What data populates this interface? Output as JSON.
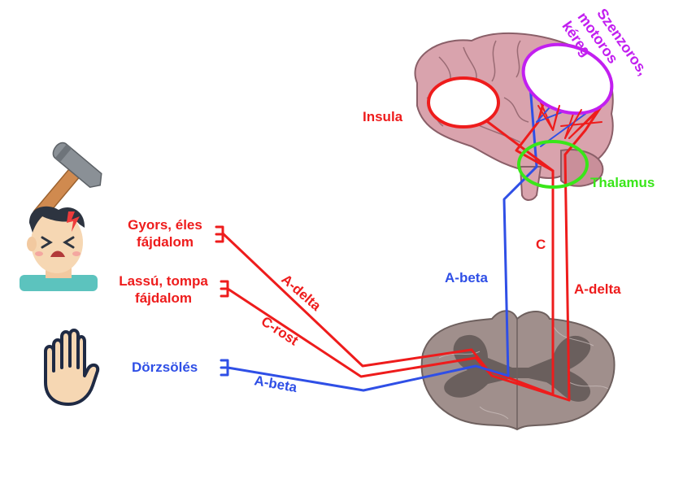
{
  "colors": {
    "red": "#ee1c1c",
    "blue": "#2f4fe6",
    "green": "#39e619",
    "purple": "#c21ff0",
    "brain": "#d9a3ad",
    "brain_outline": "#8a5f68",
    "spinal_outer": "#a08f8c",
    "spinal_inner": "#6a5f5d"
  },
  "icons": {
    "hammer": "hammer-icon",
    "face": "pained-face-icon",
    "hand": "open-hand-icon"
  },
  "labels": {
    "cortex_line1": "Szenzoros,",
    "cortex_line2": "motoros",
    "cortex_line3": "kéreg",
    "insula": "Insula",
    "thalamus": "Thalamus",
    "fast_pain_line1": "Gyors, éles",
    "fast_pain_line2": "fájdalom",
    "slow_pain_line1": "Lassú, tompa",
    "slow_pain_line2": "fájdalom",
    "rubbing": "Dörzsölés",
    "fiber_a_delta": "A-delta",
    "fiber_c_rost": "C-rost",
    "fiber_a_beta": "A-beta",
    "tract_a_beta": "A-beta",
    "tract_c": "C",
    "tract_a_delta": "A-delta"
  }
}
